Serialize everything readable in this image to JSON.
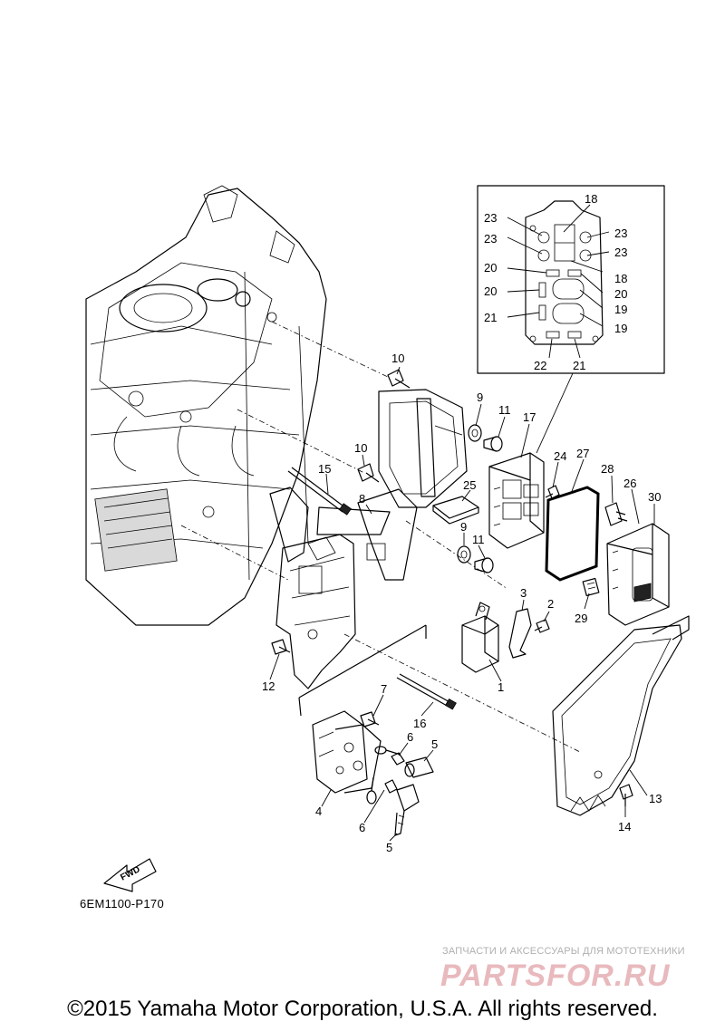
{
  "diagram": {
    "drawing_code": "6EM1100-P170",
    "direction_label": "FWD",
    "callouts": {
      "c1": "1",
      "c2": "2",
      "c3": "3",
      "c4": "4",
      "c5a": "5",
      "c5b": "5",
      "c6a": "6",
      "c6b": "6",
      "c7": "7",
      "c8": "8",
      "c9a": "9",
      "c9b": "9",
      "c10a": "10",
      "c10b": "10",
      "c11a": "11",
      "c11b": "11",
      "c12": "12",
      "c13": "13",
      "c14": "14",
      "c15": "15",
      "c16": "16",
      "c17": "17",
      "c18a": "18",
      "c18b": "18",
      "c19a": "19",
      "c19b": "19",
      "c20a": "20",
      "c20b": "20",
      "c20c": "20",
      "c21a": "21",
      "c21b": "21",
      "c22": "22",
      "c23a": "23",
      "c23b": "23",
      "c23c": "23",
      "c23d": "23",
      "c24": "24",
      "c25": "25",
      "c26": "26",
      "c27": "27",
      "c28": "28",
      "c29": "29",
      "c30": "30"
    }
  },
  "watermark": {
    "tagline": "ЗАПЧАСТИ И АКСЕССУАРЫ ДЛЯ МОТОТЕХНИКИ",
    "logo_text": "PARTSFOR.RU",
    "logo_color": "#e8b9bd"
  },
  "footer": {
    "copyright": "©2015 Yamaha Motor Corporation, U.S.A. All rights reserved."
  }
}
